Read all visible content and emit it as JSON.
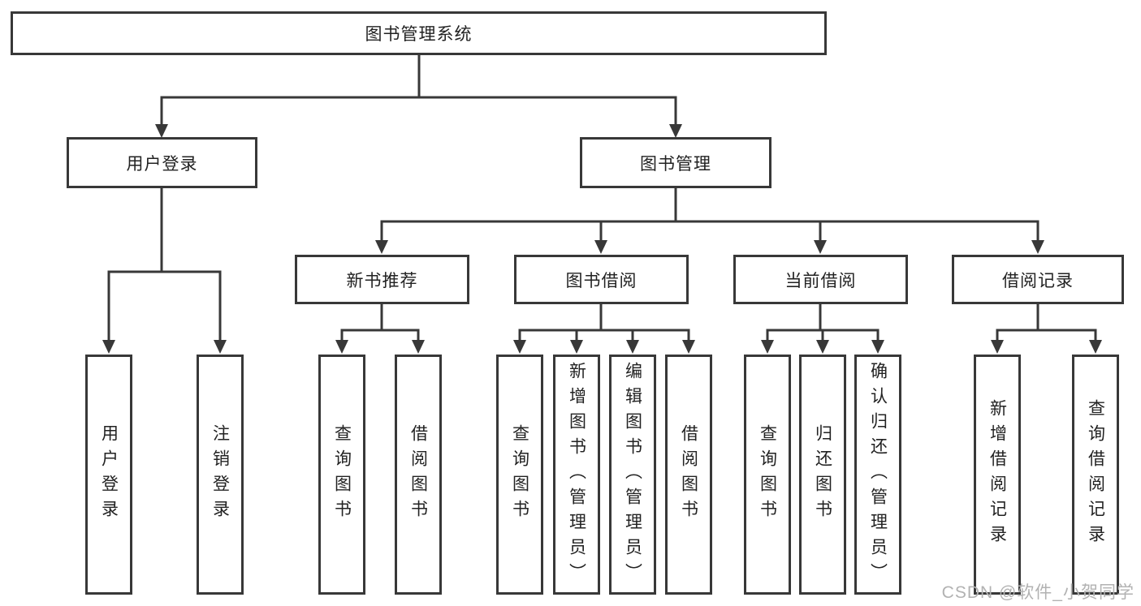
{
  "diagram": {
    "type": "hierarchy-tree",
    "nodes": {
      "root": "图书管理系统",
      "user_login": "用户登录",
      "book_management": "图书管理",
      "leaf_user_login": "用户登录",
      "leaf_logout": "注销登录",
      "new_book_recommend": "新书推荐",
      "book_borrow": "图书借阅",
      "current_borrow": "当前借阅",
      "borrow_record": "借阅记录",
      "nb_query_book": "查询图书",
      "nb_borrow_book": "借阅图书",
      "bb_query_book": "查询图书",
      "bb_add_book": "新增图书（管理员）",
      "bb_edit_book": "编辑图书（管理员）",
      "bb_borrow_book": "借阅图书",
      "cb_query_book": "查询图书",
      "cb_return_book": "归还图书",
      "cb_confirm_return": "确认归还（管理员）",
      "br_add_record": "新增借阅记录",
      "br_query_record": "查询借阅记录"
    },
    "colors": {
      "line": "#383838",
      "border": "#383838",
      "text": "#222222",
      "watermark": "#b2b2b2",
      "background": "#ffffff"
    }
  },
  "watermark": "CSDN @软件_小贺同学"
}
